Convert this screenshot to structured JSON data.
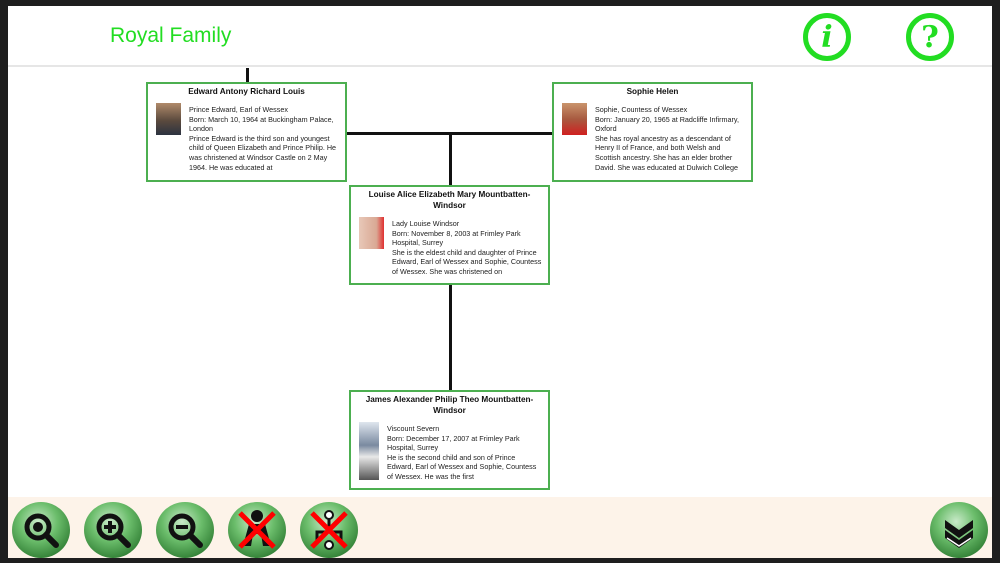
{
  "header": {
    "title": "Royal Family",
    "info_icon": "info-icon",
    "help_icon": "help-icon"
  },
  "people": [
    {
      "name": "Edward Antony Richard Louis",
      "title": "Prince Edward, Earl of Wessex",
      "born": "Born: March 10, 1964 at Buckingham Palace, London",
      "bio": "Prince Edward is the third son and youngest child of Queen Elizabeth and Prince Philip. He was christened at Windsor Castle on 2 May 1964. He was educated at"
    },
    {
      "name": "Sophie Helen",
      "title": "Sophie, Countess of Wessex",
      "born": "Born: January 20, 1965 at Radcliffe Infirmary, Oxford",
      "bio": "She has royal ancestry as a descendant of Henry II of France, and both Welsh and Scottish ancestry. She has an elder brother David. She was educated at Dulwich College"
    },
    {
      "name": "Louise Alice Elizabeth Mary Mountbatten-Windsor",
      "title": "Lady Louise Windsor",
      "born": "Born: November 8, 2003 at Frimley Park Hospital, Surrey",
      "bio": "She is the eldest child and daughter of Prince Edward, Earl of Wessex and Sophie, Countess of Wessex. She was christened on"
    },
    {
      "name": "James Alexander Philip Theo Mountbatten-Windsor",
      "title": "Viscount Severn",
      "born": "Born: December 17, 2007 at Frimley Park Hospital, Surrey",
      "bio": "He is the second child and son of Prince Edward, Earl of Wessex and Sophie, Countess of Wessex. He was the first"
    }
  ],
  "toolbar": {
    "buttons": [
      "zoom-fit",
      "zoom-in",
      "zoom-out",
      "hide-person",
      "hide-tree"
    ],
    "collapse": "chevron-down"
  },
  "colors": {
    "accent": "#22dd22",
    "card_border": "#4caf50",
    "toolbar_bg": "#fdf3e9"
  }
}
